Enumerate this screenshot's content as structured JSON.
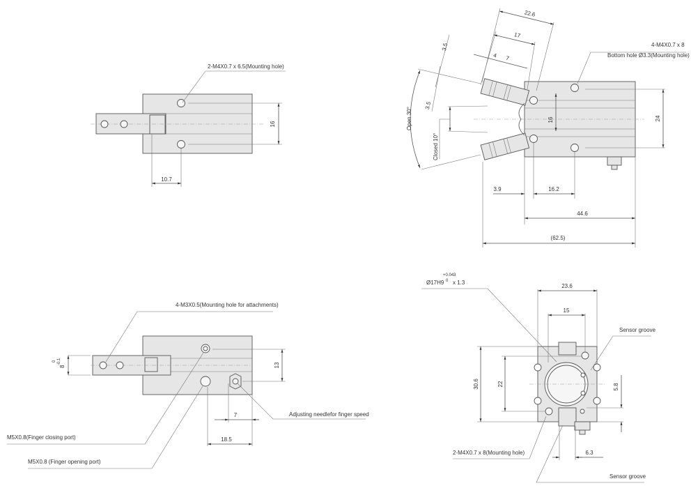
{
  "views": {
    "top_view": {
      "label_mounting": "2-M4X0.7 x 6.5(Mounting hole)",
      "dim_height": "16",
      "dim_offset": "10.7"
    },
    "side_view": {
      "label_attachment": "4-M3X0.5(Mounting hole for attachments)",
      "label_closing_port": "M5X0.8(Finger closing port)",
      "label_opening_port": "M5X0.8 (Finger opening port)",
      "label_needle": "Adjusting needlefor finger speed",
      "dim_13": "13",
      "dim_7": "7",
      "dim_18_5": "18.5",
      "dim_8": "8",
      "tol_upper": "0",
      "tol_lower": "-0.1"
    },
    "open_view": {
      "label_mounting_1": "4-M4X0.7 x 8",
      "label_mounting_2": "Bottom hole Ø3.3(Mounting hole)",
      "dim_22_6": "22.6",
      "dim_17": "17",
      "dim_4": "4",
      "dim_7": "7",
      "dim_3_5a": "3.5",
      "dim_3_5b": "3.5",
      "open_angle": "Open 30°",
      "closed_angle": "Closed 10°",
      "dim_16": "16",
      "dim_24": "24",
      "dim_3_9": "3.9",
      "dim_16_2": "16.2",
      "dim_44_6": "44.6",
      "dim_62_5": "(62.5)"
    },
    "end_view": {
      "bore_label": "Ø17H9",
      "bore_tol_upper": "+0.043",
      "bore_tol_lower": "0",
      "bore_depth": "x 1.3",
      "label_sensor_1": "Sensor groove",
      "label_sensor_2": "Sensor groove",
      "label_mounting": "2-M4X0.7 x 8(Mounting hole)",
      "dim_23_6": "23.6",
      "dim_15": "15",
      "dim_30_6": "30.6",
      "dim_22": "22",
      "dim_5_8": "5.8",
      "dim_6_3": "6.3"
    }
  }
}
